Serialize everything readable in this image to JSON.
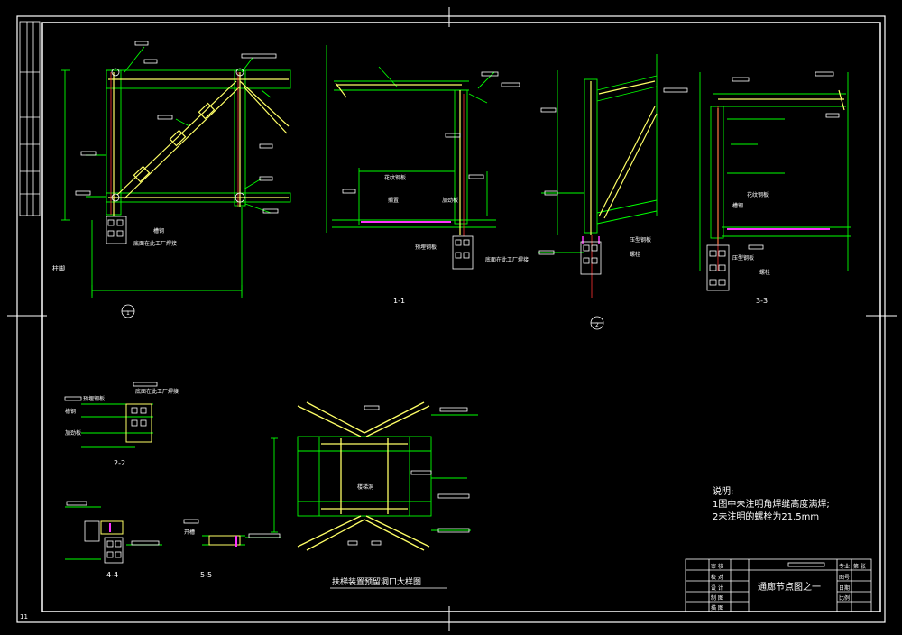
{
  "drawing": {
    "sheet_number_left": "11",
    "details": {
      "plan_marker": "1",
      "section_1": "1-1",
      "section_2": "2-2",
      "section_3": "3-3",
      "section_4": "4-4",
      "section_5": "5-5",
      "section_marker_2": "2"
    },
    "callouts": {
      "pre_embed_plate": "预埋钢板",
      "column_base": "柱脚",
      "channel": "槽钢",
      "floor_plate": "压型钢板",
      "bolt": "螺栓",
      "pattern_plate": "花纹钢板",
      "deck_support": "搁置",
      "stiffener": "加劲板",
      "weld_note": "底面在此工厂焊接",
      "slot_note": "开槽",
      "stair_hole_note": "楼梯洞"
    },
    "notes": {
      "heading": "说明:",
      "line1": "1图中未注明角焊缝高度满焊;",
      "line2": "2未注明的螺栓为21.5mm"
    },
    "large_detail_title": "扶梯装置预留洞口大样图",
    "title_block": {
      "drawing_title": "通廊节点图之一",
      "rows_left": [
        "审 核",
        "校 对",
        "设 计",
        "制 图",
        "描 图"
      ],
      "cols_right": [
        "专业",
        "图号",
        "日期",
        "比例"
      ],
      "sheet_label": "第 张"
    }
  },
  "colors": {
    "frame": "#ffffff",
    "geometry": "#00ff00",
    "steel": "#ffff66",
    "centerline": "#ff3333",
    "hatch": "#ff33ff",
    "text": "#ffffff"
  }
}
